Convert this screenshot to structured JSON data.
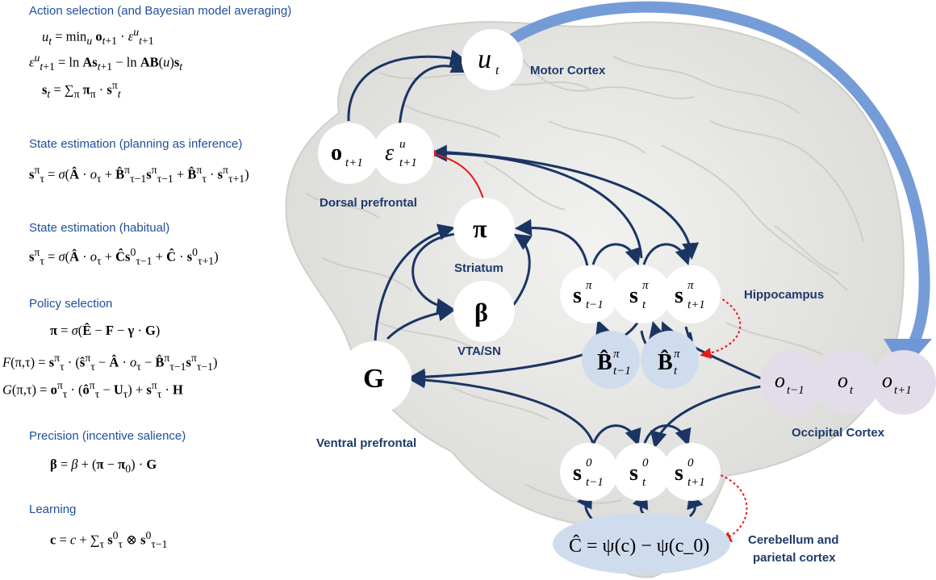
{
  "sections": [
    {
      "title": "Action selection (and Bayesian model averaging)",
      "equations": [
        "u_t = min_u o_{t+1} · ε^u_{t+1}",
        "ε^u_{t+1} = ln As_{t+1} − ln AB(u)s_t",
        "s_t = ∑_π π_π · s^π_t"
      ]
    },
    {
      "title": "State estimation (planning as inference)",
      "equations": [
        "s^π_τ = σ(Â · o_τ + B̂^π_{τ−1}s^π_{τ−1} + B̂^π_τ · s^π_{τ+1})"
      ]
    },
    {
      "title": "State estimation (habitual)",
      "equations": [
        "s^π_τ = σ(Â · o_τ + Ĉs^0_{τ−1} + Ĉ · s^0_{τ+1})"
      ]
    },
    {
      "title": "Policy selection",
      "equations": [
        "π = σ(Ê − F − γ · G)",
        "F(π,τ) = s^π_τ · (ŝ^π_τ − Â · o_τ − B̂^π_{τ−1}s^π_{τ−1})",
        "G(π,τ) = o^π_τ · (ô^π_τ − U_τ) + s^π_τ · H"
      ]
    },
    {
      "title": "Precision (incentive salience)",
      "equations": [
        "β = β + (π − π_0) · G"
      ]
    },
    {
      "title": "Learning",
      "equations": [
        "c = c + ∑_τ s^0_τ ⊗ s^0_{τ−1}"
      ]
    }
  ],
  "regions": {
    "motor": "Motor Cortex",
    "dorsal": "Dorsal prefrontal",
    "striatum": "Striatum",
    "vta": "VTA/SN",
    "hippocampus": "Hippocampus",
    "ventral": "Ventral prefrontal",
    "occipital": "Occipital Cortex",
    "cerebellum_1": "Cerebellum and",
    "cerebellum_2": "parietal cortex"
  },
  "nodes": {
    "u": "u_t",
    "o": "o_{t+1}",
    "eps": "ε^u_{t+1}",
    "pi": "π",
    "beta": "β",
    "G": "G",
    "s_pi": [
      "s^π_{t−1}",
      "s^π_t",
      "s^π_{t+1}"
    ],
    "B": [
      "B̂^π_{t−1}",
      "B̂^π_t"
    ],
    "obs": [
      "o_{t−1}",
      "o_t",
      "o_{t+1}"
    ],
    "s0": [
      "s^0_{t−1}",
      "s^0_t",
      "s^0_{t+1}"
    ],
    "C": "Ĉ = ψ(c) − ψ(c_0)"
  },
  "colors": {
    "title_text": "#1f4e9a",
    "arrow": "#1b3563",
    "inhibit": "#e41a1c",
    "big_arrow": "#6f97d6",
    "brain": "#e8e8e6",
    "b_node": "#cfdcee",
    "obs_node": "#e3dde9"
  }
}
